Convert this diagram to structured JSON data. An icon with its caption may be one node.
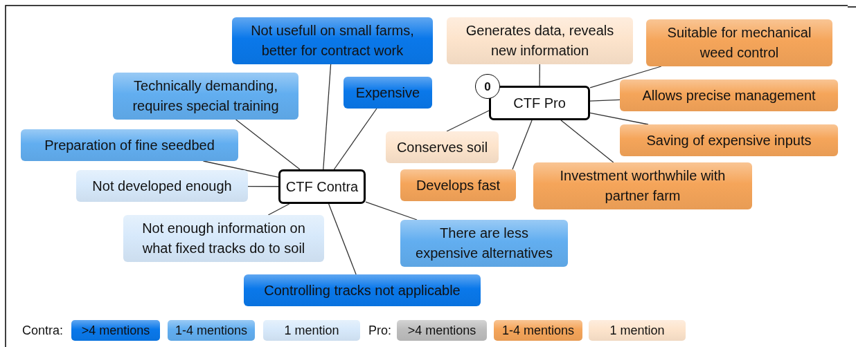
{
  "diagram": {
    "nodes": [
      {
        "text": [
          "CTF Contra"
        ]
      },
      {
        "text": [
          "Not usefull on small farms, better for contract work"
        ]
      },
      {
        "text": [
          "Technically demanding, requires special training"
        ]
      },
      {
        "text": [
          "Expensive"
        ]
      },
      {
        "text": [
          "Preparation of fine seedbed"
        ]
      },
      {
        "text": [
          "Not developed enough"
        ]
      },
      {
        "text": [
          "Not enough information on what fixed tracks do to soil"
        ]
      },
      {
        "text": [
          "There are less expensive alternatives"
        ]
      },
      {
        "text": [
          "Controlling tracks not applicable"
        ]
      },
      {
        "text": [
          "CTF Pro"
        ]
      },
      {
        "text": [
          "0"
        ]
      },
      {
        "text": [
          "Generates data, reveals new information"
        ]
      },
      {
        "text": [
          "Suitable for mechanical weed control"
        ]
      },
      {
        "text": [
          "Allows precise management"
        ]
      },
      {
        "text": [
          "Conserves soil"
        ]
      },
      {
        "text": [
          "Saving of expensive inputs"
        ]
      },
      {
        "text": [
          "Develops fast"
        ]
      },
      {
        "text": [
          "Investment worthwhile with partner farm"
        ]
      }
    ],
    "edges": [
      {
        "from": 0,
        "to": 1,
        "arrow": "none"
      },
      {
        "from": 0,
        "to": 2,
        "arrow": "none"
      },
      {
        "from": 0,
        "to": 3,
        "arrow": "none"
      },
      {
        "from": 0,
        "to": 4,
        "arrow": "none"
      },
      {
        "from": 0,
        "to": 5,
        "arrow": "none"
      },
      {
        "from": 0,
        "to": 6,
        "arrow": "none"
      },
      {
        "from": 0,
        "to": 7,
        "arrow": "none"
      },
      {
        "from": 0,
        "to": 8,
        "arrow": "none"
      },
      {
        "from": 9,
        "to": 11,
        "arrow": "none"
      },
      {
        "from": 9,
        "to": 12,
        "arrow": "none"
      },
      {
        "from": 9,
        "to": 13,
        "arrow": "none"
      },
      {
        "from": 9,
        "to": 14,
        "arrow": "none"
      },
      {
        "from": 9,
        "to": 15,
        "arrow": "none"
      },
      {
        "from": 9,
        "to": 16,
        "arrow": "none"
      },
      {
        "from": 9,
        "to": 17,
        "arrow": "none"
      }
    ],
    "labels": [
      "Contra:",
      "Pro:"
    ],
    "legend": [
      {
        "text": ">4 mentions",
        "color": "#0a78ea"
      },
      {
        "text": "1-4 mentions",
        "color": "#62aef0"
      },
      {
        "text": "1 mention",
        "color": "#d7e9fb"
      },
      {
        "text": ">4 mentions",
        "color": "#bdbdbd"
      },
      {
        "text": "1-4 mentions",
        "color": "#f5a55a"
      },
      {
        "text": "1 mention",
        "color": "#fde4cc"
      }
    ]
  }
}
